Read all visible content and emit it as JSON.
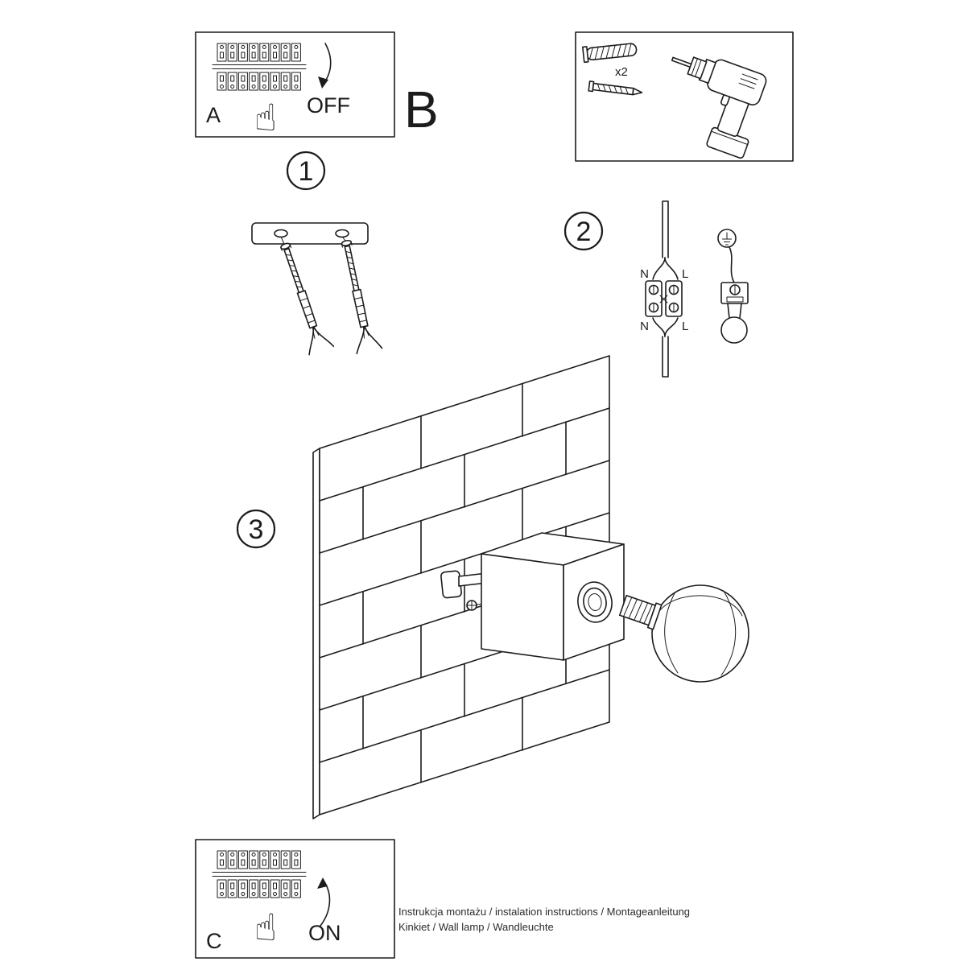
{
  "panels": {
    "a_label": "A",
    "b_label": "B",
    "c_label": "C",
    "off_label": "OFF",
    "on_label": "ON",
    "hand_icon": "☝"
  },
  "top_right": {
    "count_label": "x2"
  },
  "steps": {
    "one": "1",
    "two": "2",
    "three": "3"
  },
  "wiring": {
    "n_top": "N",
    "l_top": "L",
    "n_bottom": "N",
    "l_bottom": "L"
  },
  "footer": {
    "line1": "Instrukcja montażu / instalation instructions / Montageanleitung",
    "line2": "Kinkiet / Wall lamp / Wandleuchte"
  },
  "colors": {
    "line": "#1c1c1c",
    "background": "#ffffff"
  }
}
